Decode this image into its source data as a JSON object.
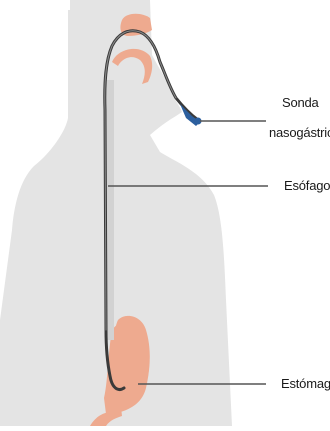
{
  "colors": {
    "body_silhouette": "#e4e4e4",
    "organ_pink": "#eeaa8f",
    "tube_dark": "#3a3a3a",
    "tube_tip_blue": "#2c5f9e",
    "leader_line": "#555555",
    "label_text": "#1a1a1a"
  },
  "labels": {
    "sonda_line1": "Sonda",
    "sonda_line2": "nasogástrica",
    "esofago": "Esófago",
    "estomago": "Estómago"
  }
}
